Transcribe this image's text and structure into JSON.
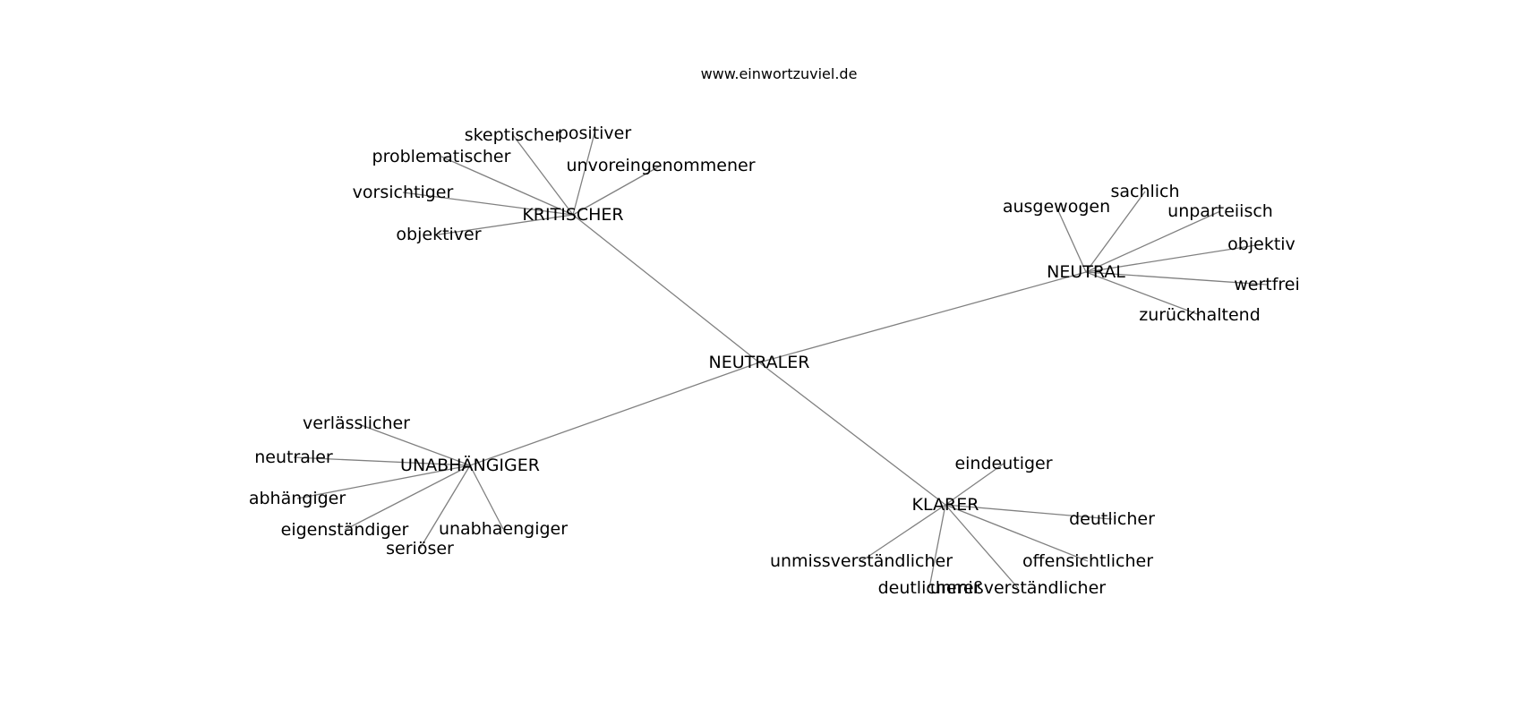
{
  "source": "www.einwortzuviel.de",
  "center": {
    "id": "center",
    "label": "NEUTRALER"
  },
  "clusters": [
    {
      "id": "kritischer",
      "label": "KRITISCHER",
      "children": [
        "skeptischer",
        "positiver",
        "problematischer",
        "unvoreingenommener",
        "vorsichtiger",
        "objektiver"
      ]
    },
    {
      "id": "neutral",
      "label": "NEUTRAL",
      "children": [
        "ausgewogen",
        "sachlich",
        "unparteiisch",
        "objektiv",
        "wertfrei",
        "zurückhaltend"
      ]
    },
    {
      "id": "unabhaengiger",
      "label": "UNABHÄNGIGER",
      "children": [
        "verlässlicher",
        "neutraler",
        "abhängiger",
        "eigenständiger",
        "unabhaengiger",
        "seriöser"
      ]
    },
    {
      "id": "klarer",
      "label": "KLARER",
      "children": [
        "eindeutiger",
        "deutlicher",
        "offensichtlicher",
        "unmissverständlicher",
        "deutlicherer",
        "unmißverständlicher"
      ]
    }
  ]
}
